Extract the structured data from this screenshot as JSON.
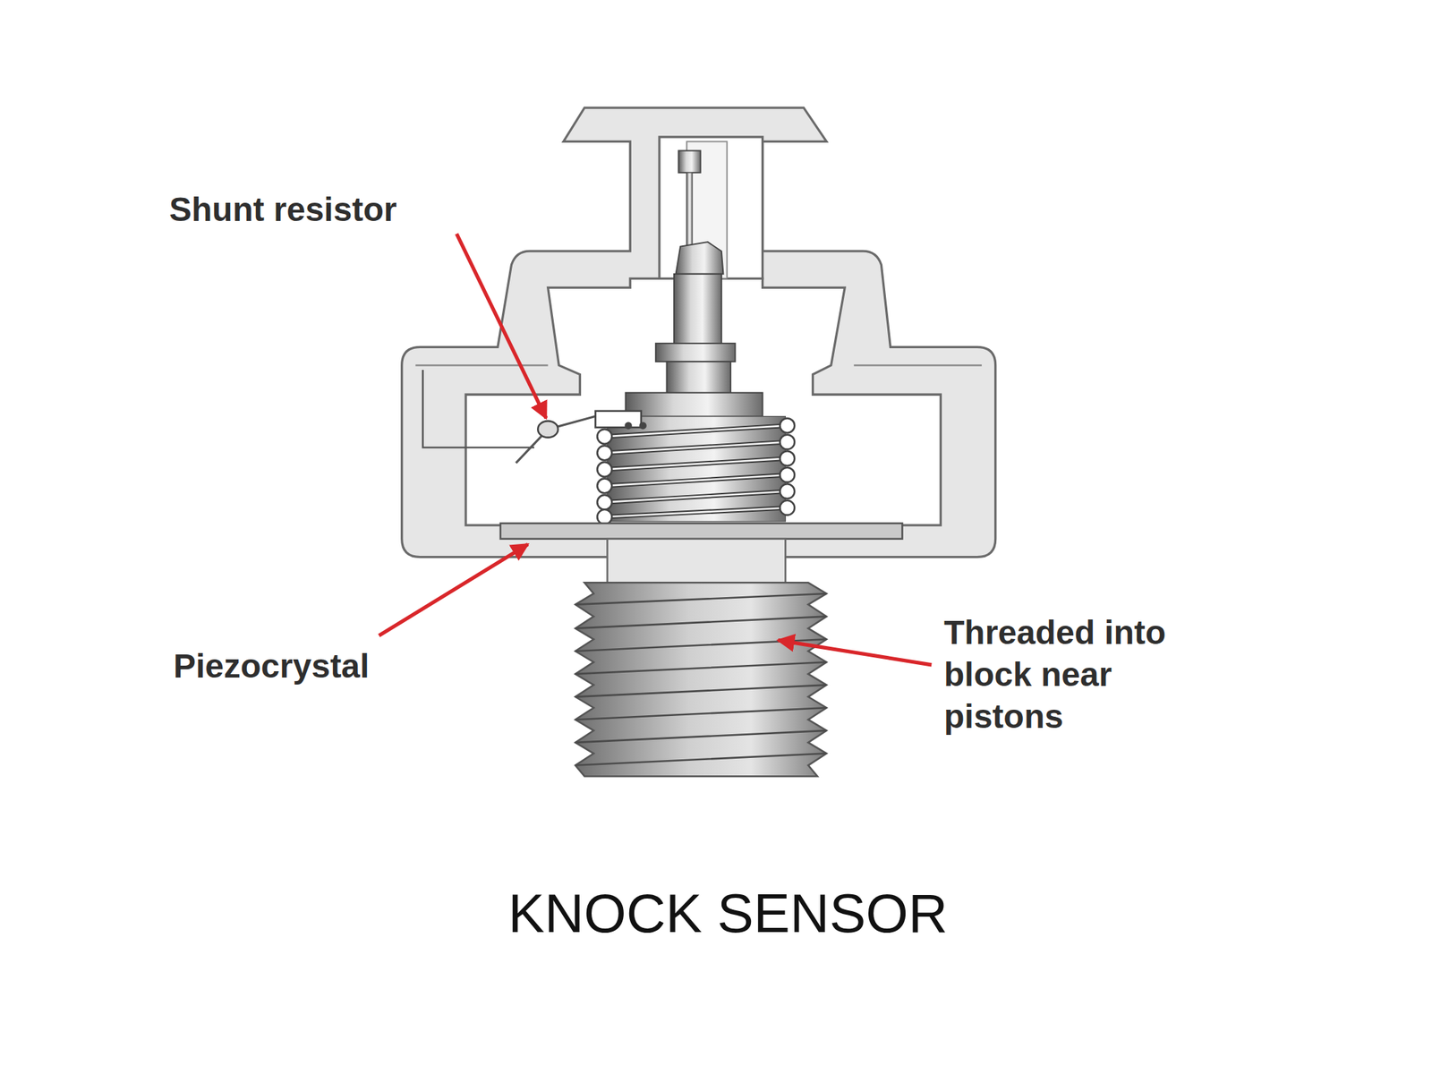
{
  "diagram": {
    "caption": "KNOCK SENSOR",
    "labels": [
      "Shunt resistor",
      "Piezocrystal",
      "Threaded into block near pistons"
    ]
  }
}
